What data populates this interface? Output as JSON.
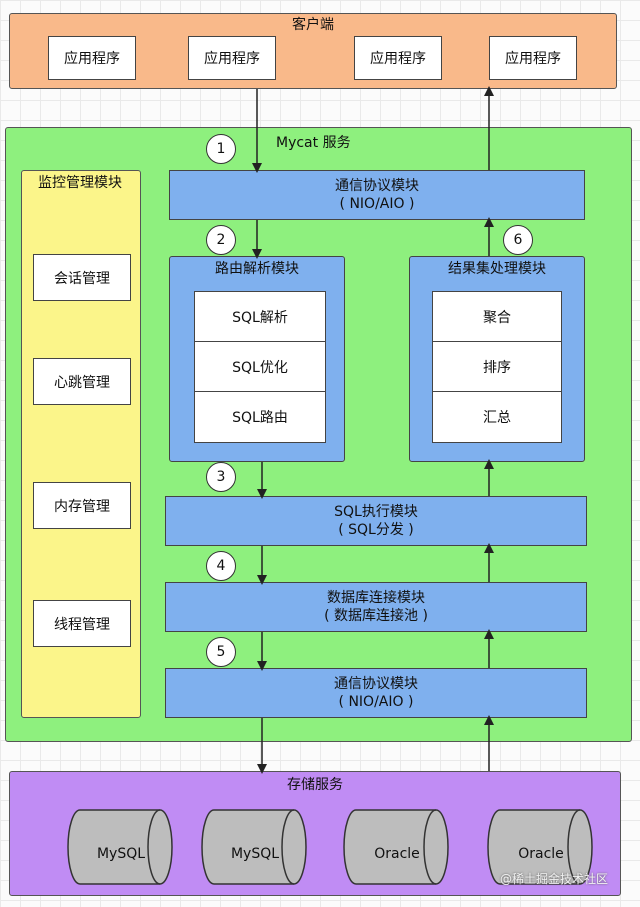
{
  "client": {
    "title": "客户端",
    "apps": [
      "应用程序",
      "应用程序",
      "应用程序",
      "应用程序"
    ]
  },
  "mycat": {
    "title": "Mycat 服务",
    "monitor": {
      "title": "监控管理模块",
      "items": [
        "会话管理",
        "心跳管理",
        "内存管理",
        "线程管理"
      ]
    },
    "comm_top": {
      "line1": "通信协议模块",
      "line2": "( NIO/AIO )"
    },
    "routing": {
      "title": "路由解析模块",
      "items": [
        "SQL解析",
        "SQL优化",
        "SQL路由"
      ]
    },
    "result": {
      "title": "结果集处理模块",
      "items": [
        "聚合",
        "排序",
        "汇总"
      ]
    },
    "sql_exec": {
      "line1": "SQL执行模块",
      "line2": "( SQL分发 )"
    },
    "db_conn": {
      "line1": "数据库连接模块",
      "line2": "( 数据库连接池 )"
    },
    "comm_bottom": {
      "line1": "通信协议模块",
      "line2": "( NIO/AIO )"
    },
    "steps": [
      "1",
      "2",
      "3",
      "4",
      "5",
      "6"
    ]
  },
  "storage": {
    "title": "存储服务",
    "dbs": [
      "MySQL",
      "MySQL",
      "Oracle",
      "Oracle"
    ]
  },
  "watermark": "@稀土掘金技术社区",
  "colors": {
    "client_bg": "#f9b98a",
    "mycat_bg": "#8ef07e",
    "monitor_bg": "#fbf58a",
    "module_blue": "#7fb0ee",
    "storage_bg": "#c08cf4",
    "cylinder": "#bdbdbd"
  }
}
